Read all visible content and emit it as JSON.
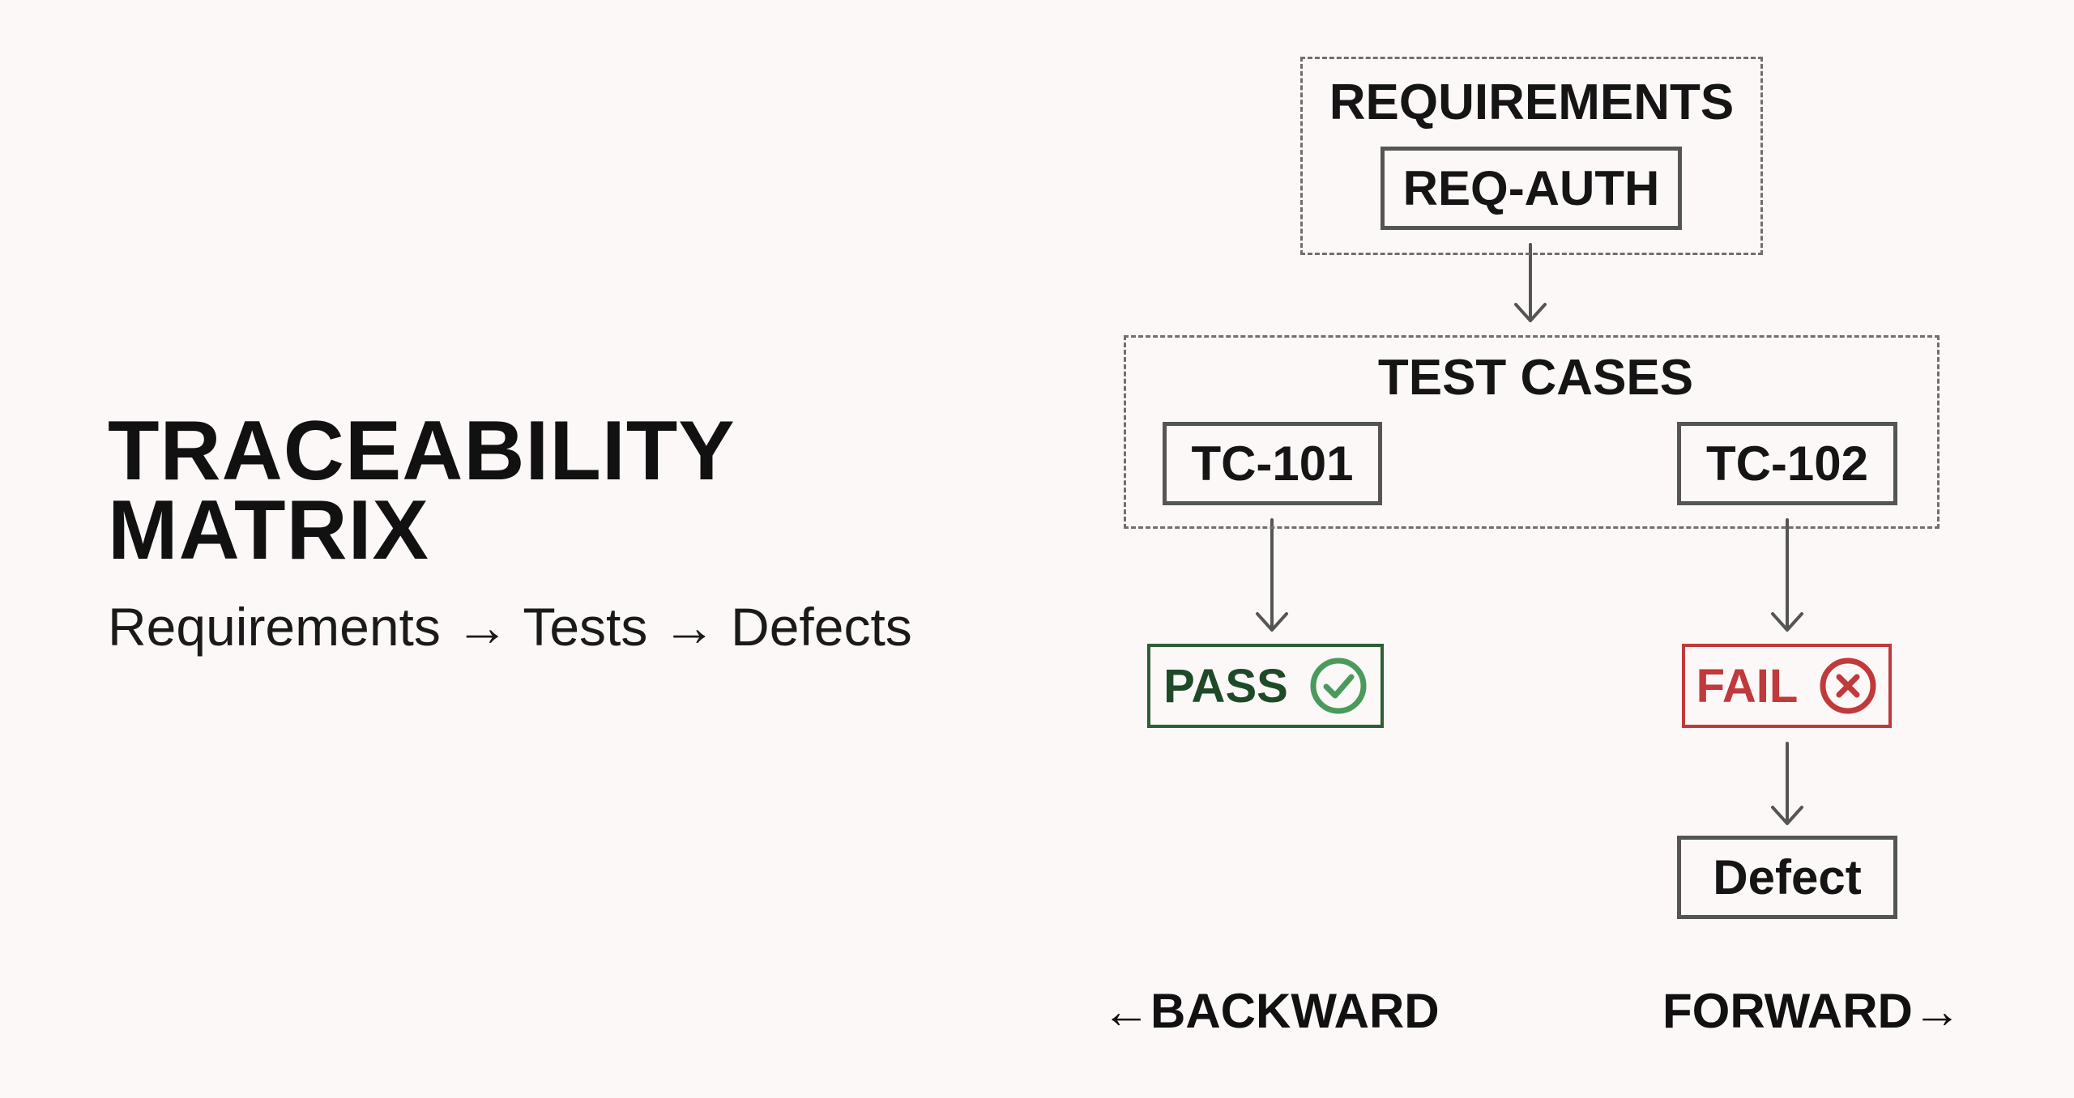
{
  "title": {
    "line1": "TRACEABILITY",
    "line2": "MATRIX"
  },
  "subtitle": "Requirements → Tests → Defects",
  "groups": {
    "requirements": {
      "label": "REQUIREMENTS",
      "nodes": [
        "REQ-AUTH"
      ]
    },
    "test_cases": {
      "label": "TEST CASES",
      "nodes": [
        "TC-101",
        "TC-102"
      ]
    }
  },
  "results": {
    "pass": {
      "label": "PASS",
      "icon": "check-circle-icon",
      "color": "#2e5e34"
    },
    "fail": {
      "label": "FAIL",
      "icon": "x-circle-icon",
      "color": "#c0393b"
    }
  },
  "defect": {
    "label": "Defect"
  },
  "directions": {
    "backward": {
      "arrow": "←",
      "label": "BACKWARD"
    },
    "forward": {
      "label": "FORWARD",
      "arrow": "→"
    }
  },
  "colors": {
    "background": "#fcf8f7",
    "border": "#555555",
    "dashed_border": "#6f6f6f",
    "pass_text": "#1f4a28",
    "pass_border": "#2e5e34",
    "pass_icon": "#4a9a5c",
    "fail": "#c0393b"
  }
}
